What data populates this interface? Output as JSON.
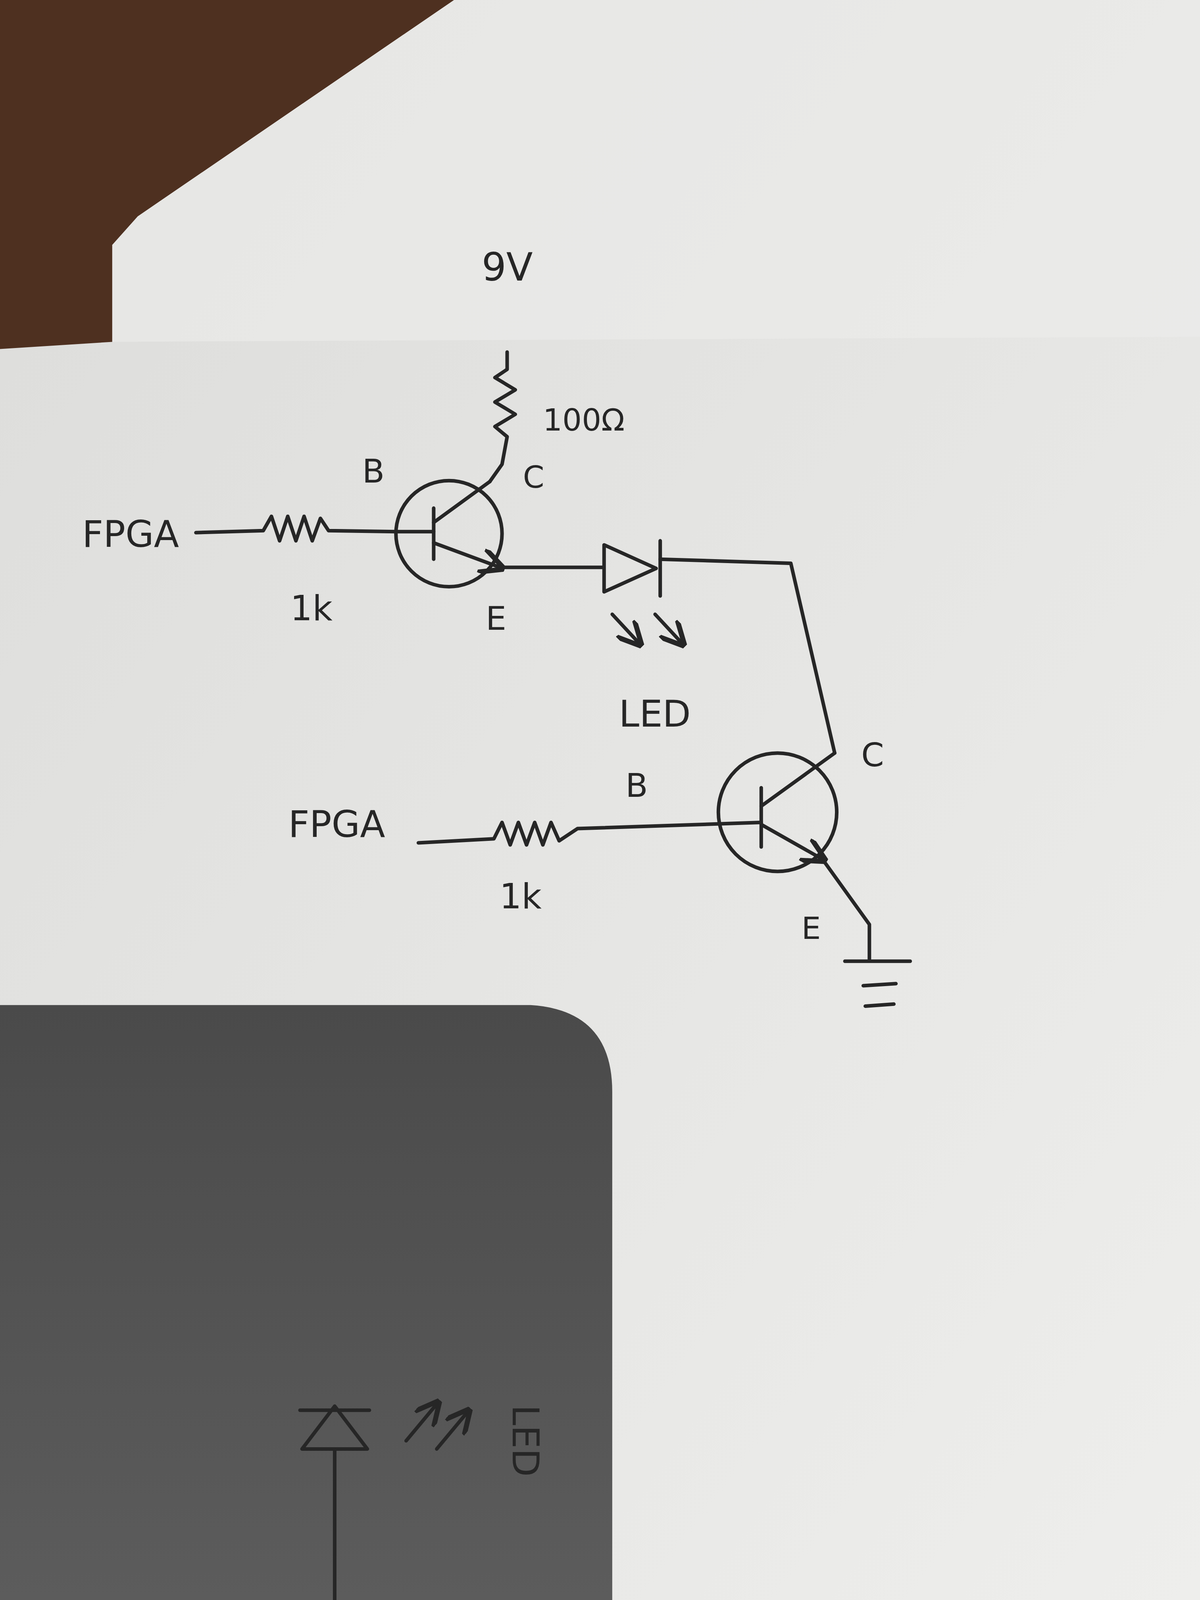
{
  "diagram": {
    "labels": [
      "9V",
      "100Ω",
      "B",
      "C",
      "FPGA",
      "1k",
      "E",
      "LED",
      "C",
      "B",
      "FPGA",
      "1k",
      "E",
      "LED"
    ]
  }
}
